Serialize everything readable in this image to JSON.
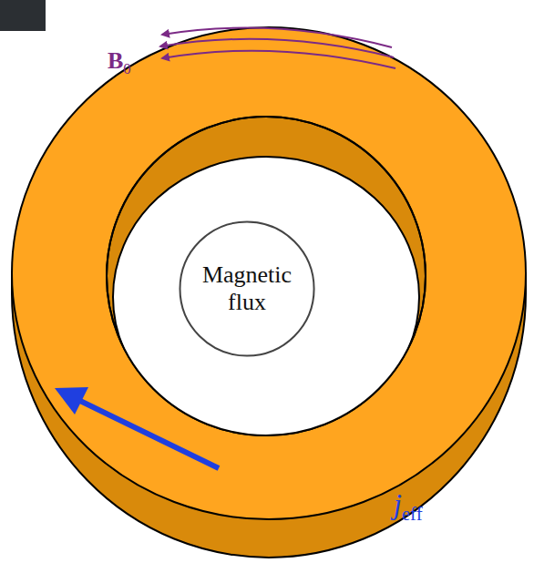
{
  "diagram": {
    "nodes": [
      {
        "text": [
          "Magnetic flux"
        ]
      }
    ],
    "labels": [
      "B0",
      "jeff"
    ]
  }
}
